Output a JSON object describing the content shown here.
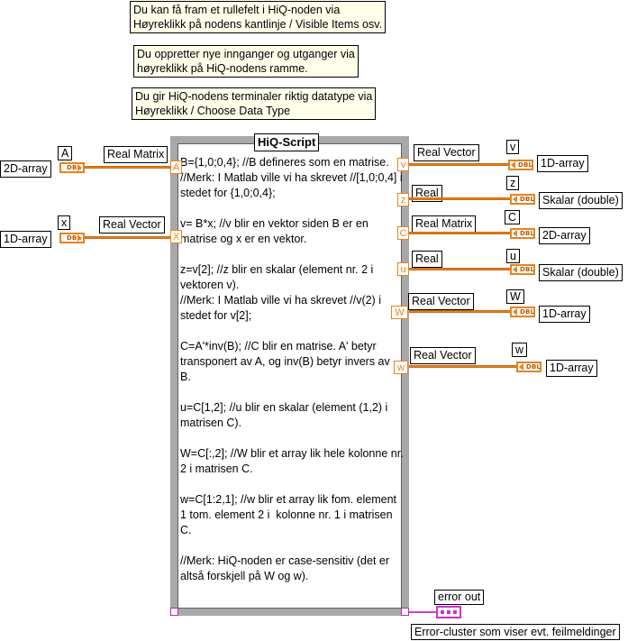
{
  "notes": [
    "Du kan få fram et rullefelt i HiQ-noden via\nHøyreklikk på nodens kantlinje / Visible Items osv.",
    "Du oppretter nye innganger og utganger via\nhøyreklikk på HiQ-nodens ramme.",
    "Du gir HiQ-nodens terminaler riktig datatype via\nHøyreklikk / Choose Data Type"
  ],
  "node": {
    "title": "HiQ-Script",
    "script": "B={1,0;0,4}; //B defineres som en matrise.\n//Merk: I Matlab ville vi ha skrevet //[1,0;0,4] i stedet for {1,0;0,4};\n\nv= B*x; //v blir en vektor siden B er en matrise og x er en vektor.\n\nz=v[2]; //z blir en skalar (element nr. 2 i vektoren v).\n//Merk: I Matlab ville vi ha skrevet //v(2) i stedet for v[2];\n\nC=A'*inv(B); //C blir en matrise. A' betyr transponert av A, og inv(B) betyr invers av B.\n\nu=C[1,2]; //u blir en skalar (element (1,2) i matrisen C).\n\nW=C[:,2]; //W blir et array lik hele kolonne nr. 2 i matrisen C.\n\nw=C[1:2,1]; //w blir et array lik fom. element 1 tom. element 2 i  kolonne nr. 1 i matrisen C.\n\n//Merk: HiQ-noden er case-sensitiv (det er altså forskjell på W og w)."
  },
  "inputs": [
    {
      "terminal": "A",
      "var": "A",
      "type_label": "Real Matrix",
      "control": "2D-array",
      "icon": "DBL"
    },
    {
      "terminal": "X",
      "var": "x",
      "type_label": "Real Vector",
      "control": "1D-array",
      "icon": "DBL"
    }
  ],
  "outputs": [
    {
      "terminal": "v",
      "var": "v",
      "type_label": "Real Vector",
      "indicator": "1D-array",
      "icon": "DBL"
    },
    {
      "terminal": "z",
      "var": "z",
      "type_label": "Real",
      "indicator": "Skalar (double)",
      "icon": "DBL"
    },
    {
      "terminal": "C",
      "var": "C",
      "type_label": "Real Matrix",
      "indicator": "2D-array",
      "icon": "DBL"
    },
    {
      "terminal": "u",
      "var": "u",
      "type_label": "Real",
      "indicator": "Skalar (double)",
      "icon": "DBL"
    },
    {
      "terminal": "W",
      "var": "W",
      "type_label": "Real Vector",
      "indicator": "1D-array",
      "icon": "DBL"
    },
    {
      "terminal": "w",
      "var": "w",
      "type_label": "Real Vector",
      "indicator": "1D-array",
      "icon": "DBL"
    }
  ],
  "error": {
    "label": "error out",
    "icon": "cluster-icon",
    "description": "Error-cluster som viser evt. feilmeldinger"
  },
  "colors": {
    "wire_orange": "#e8821e",
    "frame_gray": "#a8a8a8",
    "note_bg": "#ffffea",
    "error_pink": "#d040d0"
  }
}
